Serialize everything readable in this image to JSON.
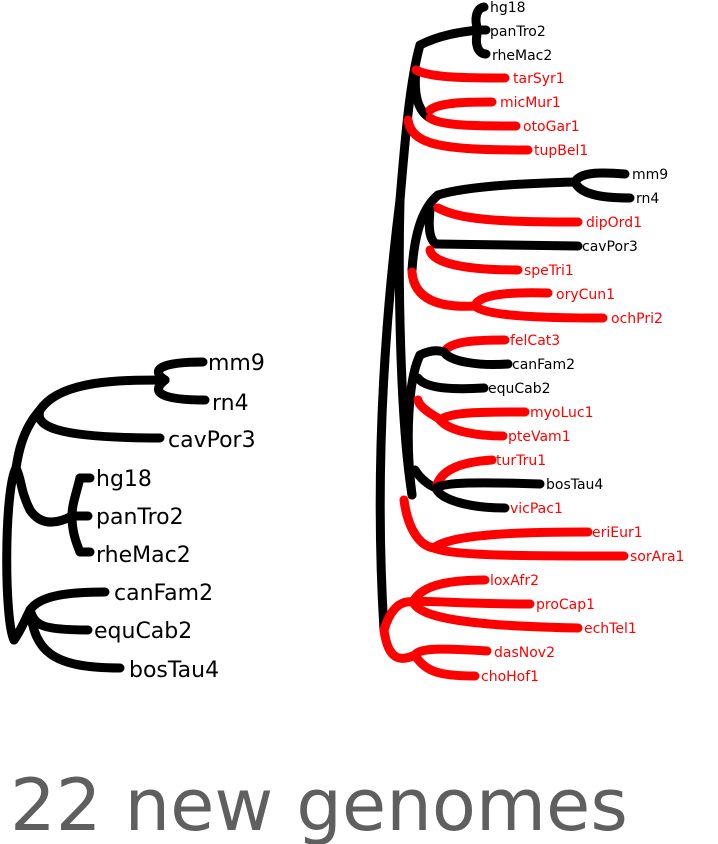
{
  "small_tree": {
    "labels": [
      "mm9",
      "rn4",
      "cavPor3",
      "hg18",
      "panTro2",
      "rheMac2",
      "canFam2",
      "equCab2",
      "bosTau4"
    ]
  },
  "big_tree": {
    "labels": [
      {
        "text": "hg18",
        "new": false
      },
      {
        "text": "panTro2",
        "new": false
      },
      {
        "text": "rheMac2",
        "new": false
      },
      {
        "text": "tarSyr1",
        "new": true
      },
      {
        "text": "micMur1",
        "new": true
      },
      {
        "text": "otoGar1",
        "new": true
      },
      {
        "text": "tupBel1",
        "new": true
      },
      {
        "text": "mm9",
        "new": false
      },
      {
        "text": "rn4",
        "new": false
      },
      {
        "text": "dipOrd1",
        "new": true
      },
      {
        "text": "cavPor3",
        "new": false
      },
      {
        "text": "speTri1",
        "new": true
      },
      {
        "text": "oryCun1",
        "new": true
      },
      {
        "text": "ochPri2",
        "new": true
      },
      {
        "text": "felCat3",
        "new": true
      },
      {
        "text": "canFam2",
        "new": false
      },
      {
        "text": "equCab2",
        "new": false
      },
      {
        "text": "myoLuc1",
        "new": true
      },
      {
        "text": "pteVam1",
        "new": true
      },
      {
        "text": "turTru1",
        "new": true
      },
      {
        "text": "bosTau4",
        "new": false
      },
      {
        "text": "vicPac1",
        "new": true
      },
      {
        "text": "eriEur1",
        "new": true
      },
      {
        "text": "sorAra1",
        "new": true
      },
      {
        "text": "loxAfr2",
        "new": true
      },
      {
        "text": "proCap1",
        "new": true
      },
      {
        "text": "echTel1",
        "new": true
      },
      {
        "text": "dasNov2",
        "new": true
      },
      {
        "text": "choHof1",
        "new": true
      }
    ]
  },
  "caption": "22 new genomes",
  "colors": {
    "existing": "#000000",
    "new": "#ff0000",
    "caption": "#5f5f5f"
  }
}
